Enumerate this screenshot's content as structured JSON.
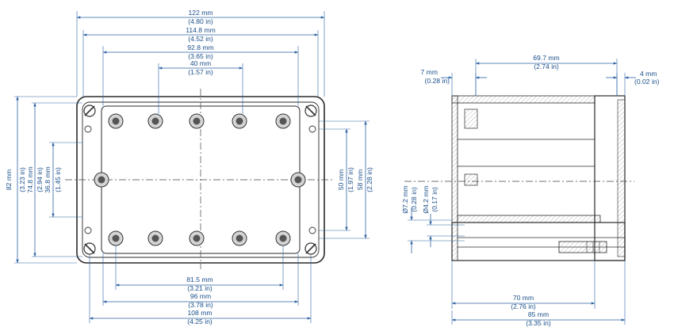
{
  "dimensions": {
    "top": {
      "d122": {
        "mm": "122 mm",
        "in": "(4.80 in)"
      },
      "d1148": {
        "mm": "114.8 mm",
        "in": "(4.52 in)"
      },
      "d928": {
        "mm": "92.8 mm",
        "in": "(3.65 in)"
      },
      "d40": {
        "mm": "40 mm",
        "in": "(1.57 in)"
      }
    },
    "bottom": {
      "d815": {
        "mm": "81.5 mm",
        "in": "(3.21 in)"
      },
      "d96": {
        "mm": "96 mm",
        "in": "(3.78 in)"
      },
      "d108": {
        "mm": "108 mm",
        "in": "(4.25 in)"
      }
    },
    "left": {
      "d82": {
        "mm": "82 mm",
        "in": "(3.23 in)"
      },
      "d748": {
        "mm": "74.8 mm",
        "in": "(2.94 in)"
      },
      "d368": {
        "mm": "36.8 mm",
        "in": "(1.45 in)"
      }
    },
    "right": {
      "d50": {
        "mm": "50 mm",
        "in": "(1.97 in)"
      },
      "d58": {
        "mm": "58 mm",
        "in": "(2.28 in)"
      }
    },
    "side": {
      "d697": {
        "mm": "69.7 mm",
        "in": "(2.74 in)"
      },
      "d7": {
        "mm": "7 mm",
        "in": "(0.28 in)"
      },
      "d4": {
        "mm": "4 mm",
        "in": "(0.02 in)"
      },
      "d72": {
        "mm": "Ø7.2 mm",
        "in": "(0.28 in)"
      },
      "d42": {
        "mm": "Ø4.2 mm",
        "in": "(0.17 in)"
      },
      "d70": {
        "mm": "70 mm",
        "in": "(2.76 in)"
      },
      "d85": {
        "mm": "85 mm",
        "in": "(3.35 in)"
      }
    }
  },
  "colors": {
    "dimension": "#2d63a3",
    "outline": "#2a2a2a",
    "hatch": "#8a8a8a"
  }
}
